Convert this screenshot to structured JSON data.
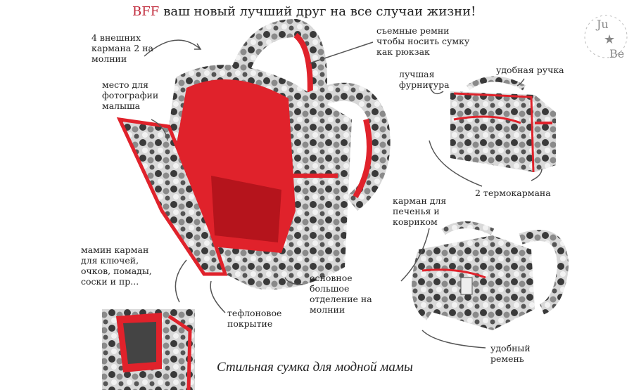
{
  "title": {
    "brand": "BFF",
    "text": "ваш новый лучший друг на все случаи жизни!"
  },
  "logo": {
    "text": "Ju Be"
  },
  "callouts": [
    {
      "id": "external-pockets",
      "text": "4 внешних\nкармана 2 на\nмолнии"
    },
    {
      "id": "photo-spot",
      "text": "место для\nфотографии\nмалыша"
    },
    {
      "id": "removable-straps",
      "text": "съемные ремни\nчтобы носить сумку\nкак рюкзак"
    },
    {
      "id": "best-hardware",
      "text": "лучшая\nфурнитура"
    },
    {
      "id": "handle",
      "text": "удобная ручка"
    },
    {
      "id": "thermo-pockets",
      "text": "2 термокармана"
    },
    {
      "id": "cookie-pocket",
      "text": "карман для\nпеченья и\nковриком"
    },
    {
      "id": "mom-pocket",
      "text": "мамин карман\nдля ключей,\nочков, помады,\nсоски и пр..."
    },
    {
      "id": "main-compartment",
      "text": "основное\nбольшое\nотделение на\nмолнии"
    },
    {
      "id": "teflon",
      "text": "тефлоновое\nпокрытие"
    },
    {
      "id": "strap",
      "text": "удобный\nремень"
    }
  ],
  "tagline": "Стильная сумка для модной мамы",
  "colors": {
    "accent": "#c0283a",
    "lining": "#e0222b",
    "text": "#222222"
  }
}
